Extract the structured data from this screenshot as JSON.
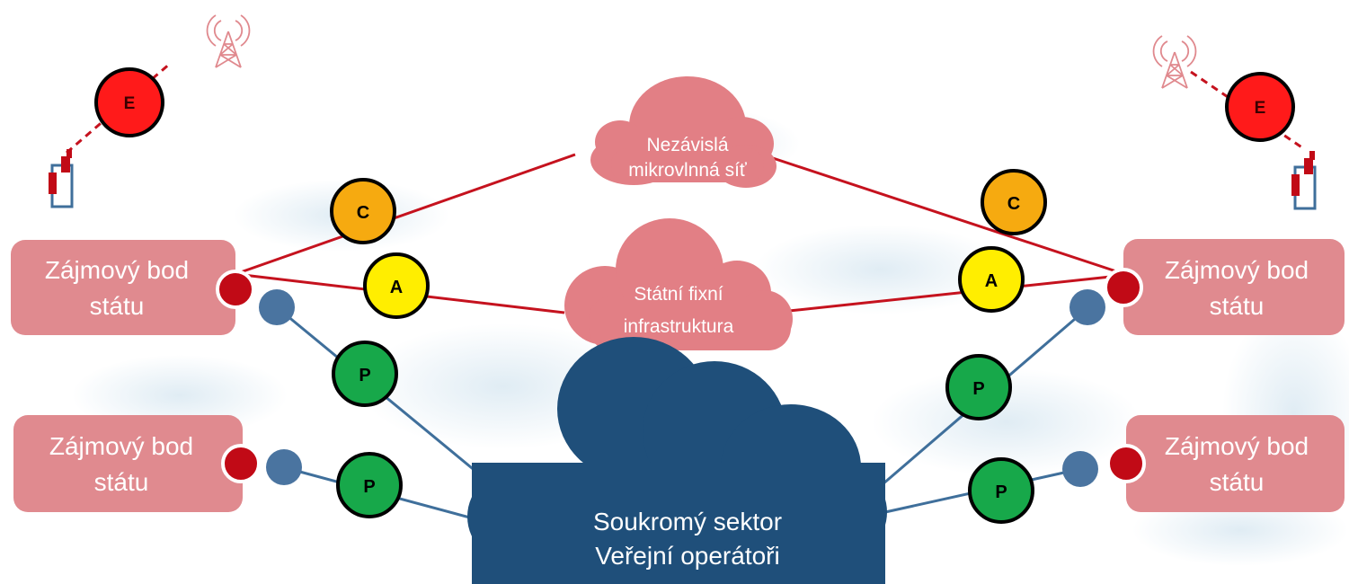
{
  "clouds": {
    "microwave": [
      "Nezávislá",
      "mikrovlnná síť"
    ],
    "fixed": [
      "Státní fixní",
      "infrastruktura"
    ],
    "private": [
      "Soukromý sektor",
      "Veřejní operátoři"
    ]
  },
  "points": {
    "top_left": [
      "Zájmový bod",
      "státu"
    ],
    "bottom_left": [
      "Zájmový bod",
      "státu"
    ],
    "top_right": [
      "Zájmový bod",
      "státu"
    ],
    "bottom_right": [
      "Zájmový bod",
      "státu"
    ]
  },
  "markers": {
    "e_left": "E",
    "e_right": "E",
    "c_left": "C",
    "c_right": "C",
    "a_left": "A",
    "a_right": "A",
    "p_left_top": "P",
    "p_left_bottom": "P",
    "p_right_top": "P",
    "p_right_bottom": "P"
  },
  "colors": {
    "state_box": "#e08a8f",
    "state_cloud": "#e27f85",
    "private_cloud": "#1f4f7a",
    "red_line": "#c5121e",
    "blue_line": "#3f6f9b",
    "marker_E": "#ff1a1a",
    "marker_C": "#f6aa10",
    "marker_A": "#ffee00",
    "marker_P": "#17a84a"
  }
}
